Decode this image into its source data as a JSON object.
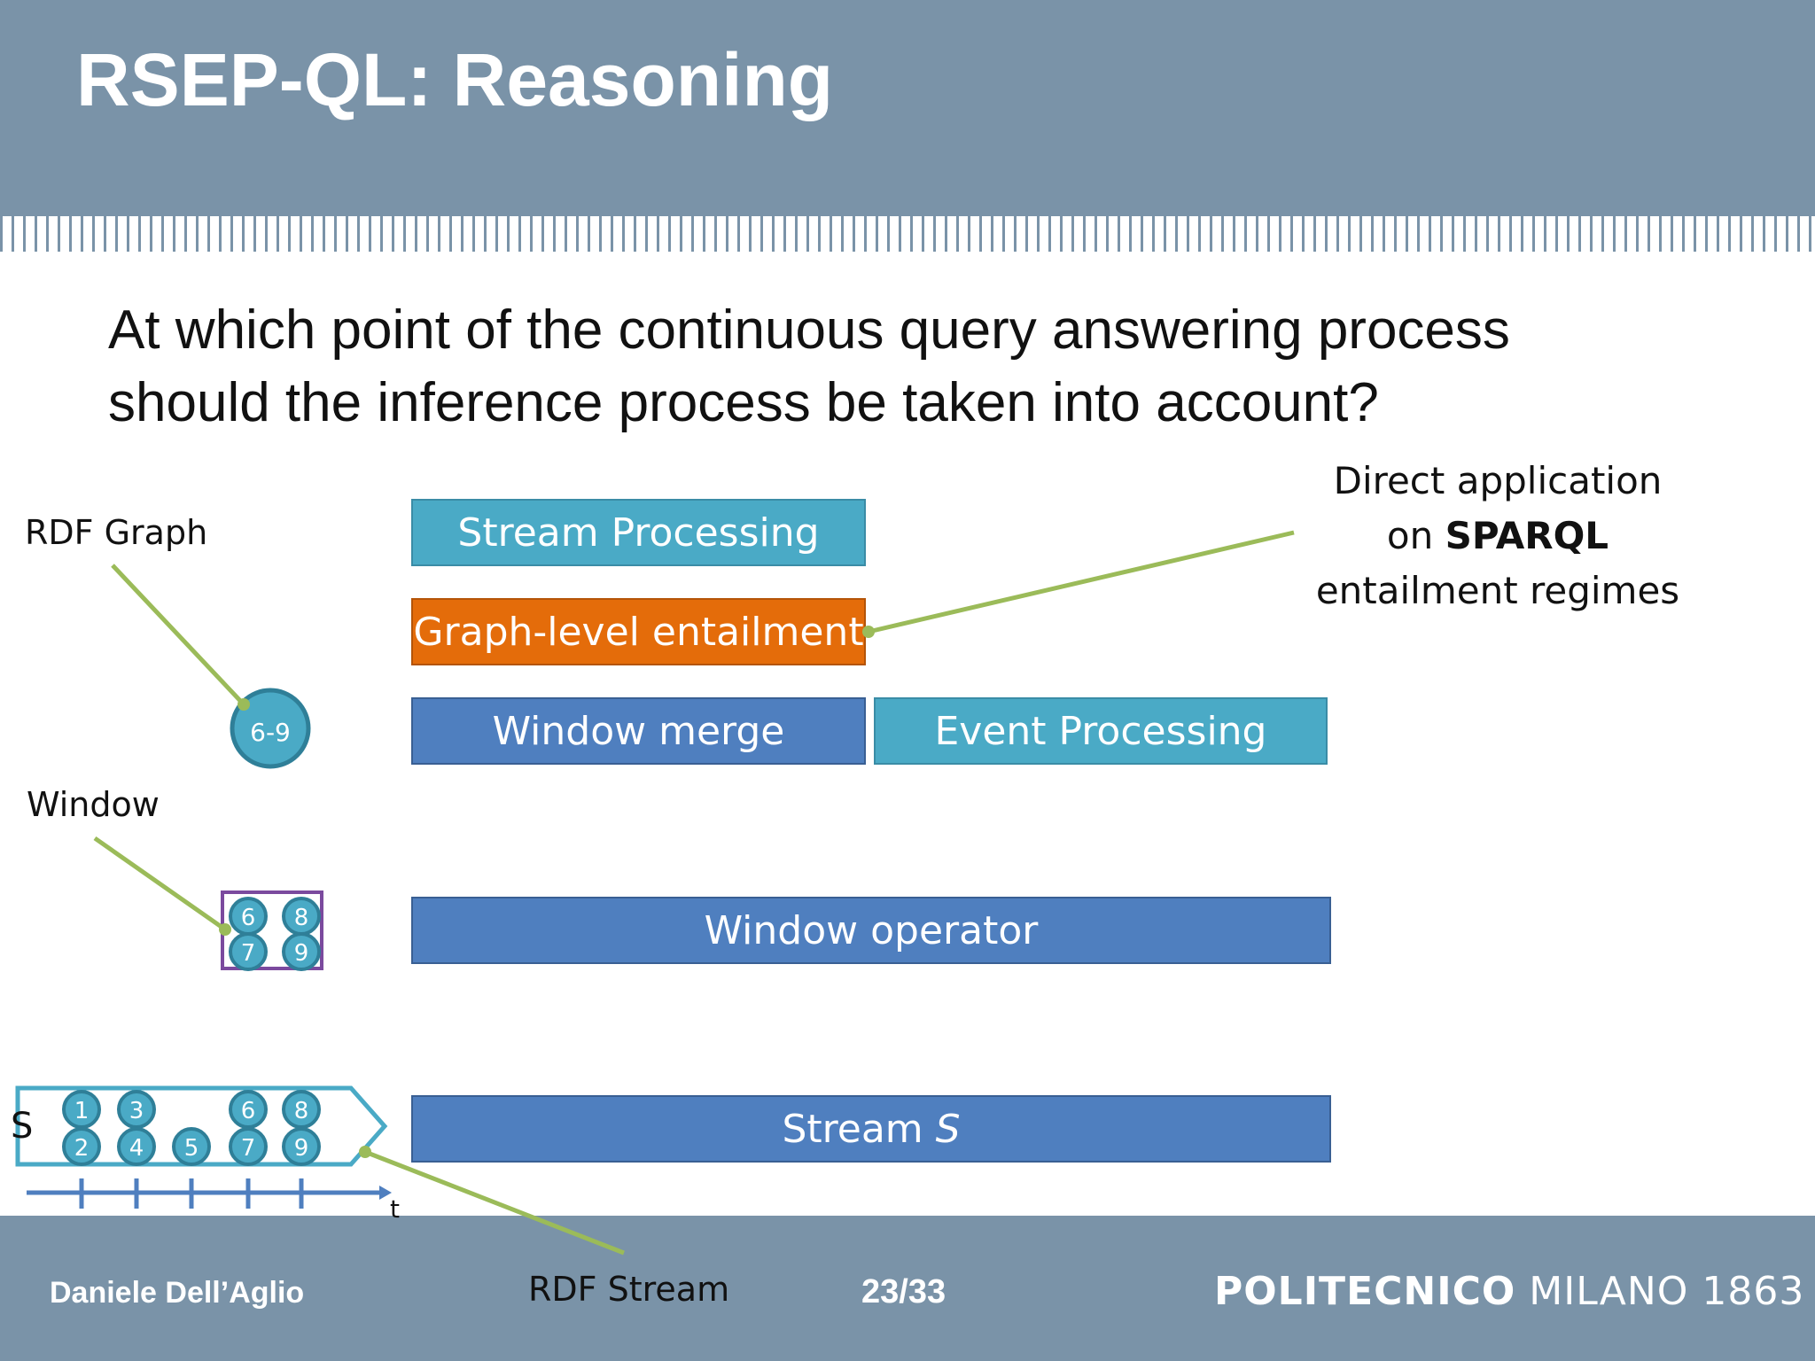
{
  "slide": {
    "title": "RSEP-QL: Reasoning",
    "question_lines": [
      "At which point of the continuous query answering process",
      "should the inference process be taken into account?"
    ]
  },
  "diagram": {
    "left_labels": {
      "rdf_graph": "RDF Graph",
      "window": "Window",
      "stream_s": "S",
      "time_axis": "t",
      "rdf_stream": "RDF Stream"
    },
    "graph_node_label": "6-9",
    "window_items": [
      "6",
      "8",
      "7",
      "9"
    ],
    "stream_items": [
      "1",
      "2",
      "3",
      "4",
      "5",
      "6",
      "7",
      "8",
      "9"
    ],
    "boxes": {
      "stream_processing": "Stream Processing",
      "graph_entailment": "Graph-level entailment",
      "window_merge": "Window merge",
      "event_processing": "Event Processing",
      "window_operator": "Window operator",
      "stream_s_prefix": "Stream ",
      "stream_s_italic": "S"
    },
    "callout": {
      "line1": "Direct application",
      "line2_prefix": "on ",
      "line2_bold": "SPARQL",
      "line3": "entailment regimes"
    },
    "colors": {
      "teal": "#4aaac6",
      "orange": "#e46c0a",
      "blue": "#4f7fbf",
      "connector_green": "#9bbb59",
      "window_frame": "#7b4a9e"
    }
  },
  "footer": {
    "author": "Daniele Dell’Aglio",
    "page": "23/33",
    "institution_bold": "POLITECNICO",
    "institution_rest": " MILANO 1863"
  }
}
